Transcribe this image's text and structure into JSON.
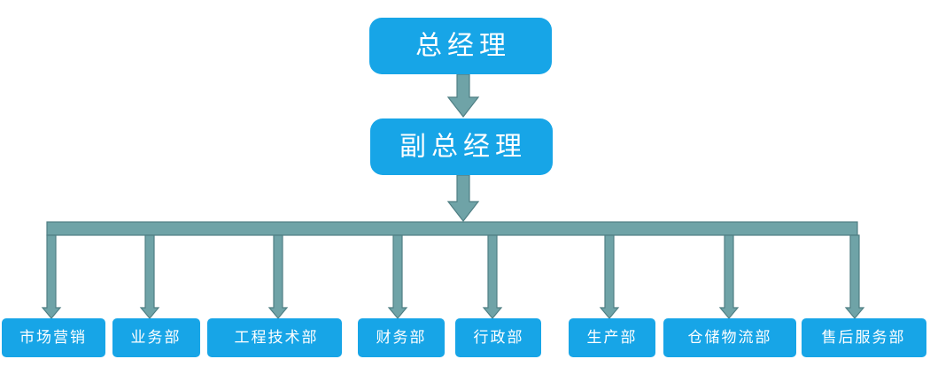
{
  "colors": {
    "node_fill": "#17a5e7",
    "node_text": "#ffffff",
    "connector_fill": "#6fa3a7",
    "connector_stroke": "#4f7f84"
  },
  "chart": {
    "top": {
      "label": "总经理"
    },
    "second": {
      "label": "副总经理"
    },
    "departments": [
      {
        "label": "市场营销"
      },
      {
        "label": "业务部"
      },
      {
        "label": "工程技术部"
      },
      {
        "label": "财务部"
      },
      {
        "label": "行政部"
      },
      {
        "label": "生产部"
      },
      {
        "label": "仓储物流部"
      },
      {
        "label": "售后服务部"
      }
    ]
  }
}
